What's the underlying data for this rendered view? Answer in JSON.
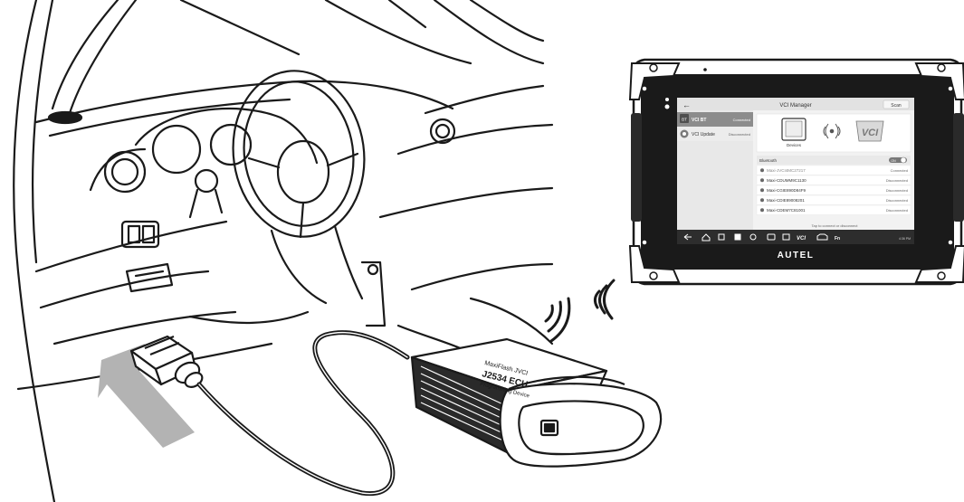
{
  "tablet": {
    "brand": "AUTEL",
    "screen_title": "VCI Manager",
    "top_right": "Scan",
    "side_menu": [
      {
        "icon": "BT",
        "label": "VCI BT",
        "status": "Connected"
      },
      {
        "icon": "",
        "label": "VCI Update",
        "status": "Disconnected"
      }
    ],
    "devices_label": "Devices",
    "vci_logo": "VCI",
    "bluetooth_label": "Bluetooth",
    "toggle_label": "ON",
    "devices": [
      {
        "name": "Maxi-JVCI4MC27217",
        "status": "Connected"
      },
      {
        "name": "Maxi-CDUMM9C1130",
        "status": "Disconnected"
      },
      {
        "name": "Maxi-CGIE890D84F9",
        "status": "Disconnected"
      },
      {
        "name": "Maxi-CDIE89008201",
        "status": "Disconnected"
      },
      {
        "name": "Maxi-CDEM7C81001",
        "status": "Disconnected"
      }
    ],
    "footer_hint": "Tap to connect or disconnect",
    "status_text": "4:36 PM",
    "nav_vci": "VCI",
    "nav_fn": "Fn"
  },
  "vci_box": {
    "line1": "MaxiFlash JVCI",
    "line2": "J2534 ECU",
    "line3": "Programming Device"
  },
  "colors": {
    "line": "#1a1a1a",
    "arrow": "#b3b3b3",
    "screen_bar": "#2d2d2d",
    "screen_bg": "#f2f2f2"
  }
}
